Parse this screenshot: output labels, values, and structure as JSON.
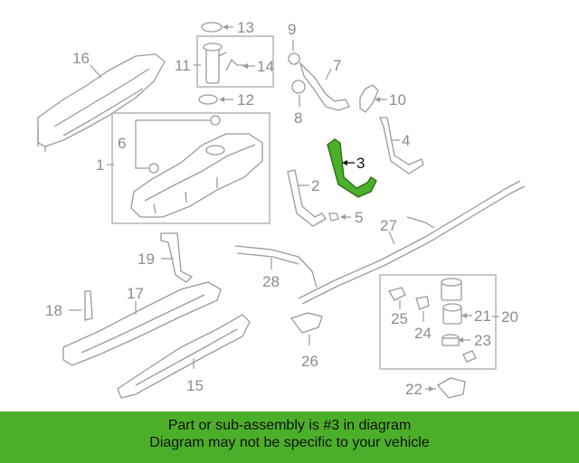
{
  "callouts": {
    "c1": "1",
    "c2": "2",
    "c3": "3",
    "c4": "4",
    "c5": "5",
    "c6": "6",
    "c7": "7",
    "c8": "8",
    "c9": "9",
    "c10": "10",
    "c11": "11",
    "c12": "12",
    "c13": "13",
    "c14": "14",
    "c15": "15",
    "c16": "16",
    "c17": "17",
    "c18": "18",
    "c19": "19",
    "c20": "20",
    "c21": "21",
    "c22": "22",
    "c23": "23",
    "c24": "24",
    "c25": "25",
    "c26": "26",
    "c27": "27",
    "c28": "28"
  },
  "highlighted_part": "3",
  "notice": {
    "line1": "Part or sub-assembly is #3 in diagram",
    "line2": "Diagram may not be specific to your vehicle"
  },
  "colors": {
    "highlight": "#4caf2a",
    "banner": "#4caf2a",
    "linework": "#9a9a9a"
  }
}
